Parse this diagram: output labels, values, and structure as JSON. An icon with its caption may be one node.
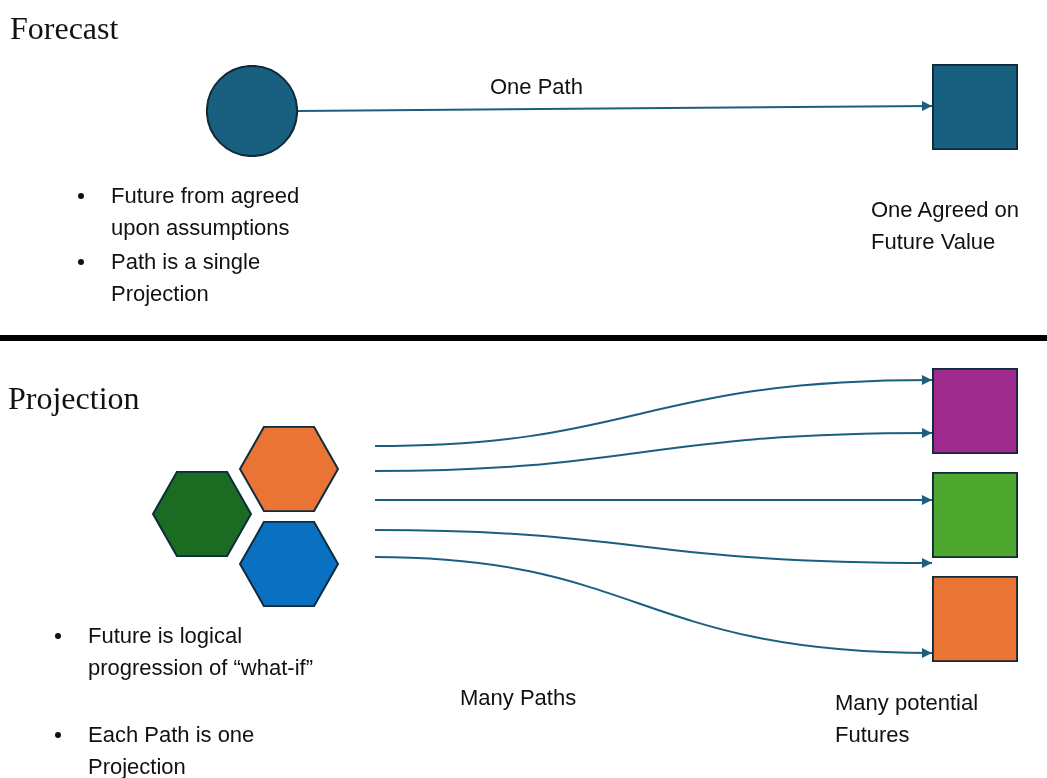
{
  "diagram": {
    "nodes": [
      {
        "text": [],
        "shape": "circle"
      },
      {
        "text": [],
        "shape": "box",
        "beside": [
          "One Agreed on Future Value"
        ]
      },
      {
        "text": [],
        "shape": "hexagon"
      },
      {
        "text": [],
        "shape": "hexagon"
      },
      {
        "text": [],
        "shape": "hexagon"
      },
      {
        "text": [],
        "shape": "box"
      },
      {
        "text": [],
        "shape": "box"
      },
      {
        "text": [],
        "shape": "box",
        "beside": [
          "Many potential Futures"
        ]
      }
    ],
    "edges": [
      {
        "from": 0,
        "to": 1,
        "arrow": "to",
        "label": "One Path"
      },
      {
        "from": null,
        "to": 5,
        "arrow": "to"
      },
      {
        "from": null,
        "to": 5,
        "arrow": "to"
      },
      {
        "from": null,
        "to": 6,
        "arrow": "to"
      },
      {
        "from": null,
        "to": 7,
        "arrow": "to"
      },
      {
        "from": null,
        "to": 7,
        "arrow": "to"
      }
    ],
    "labels": [
      "Forecast",
      "Future from agreed upon assumptions",
      "Path is a single Projection",
      "Projection",
      "Future is logical progression of “what-if”",
      "Each Path is one Projection",
      "Many Paths"
    ]
  }
}
